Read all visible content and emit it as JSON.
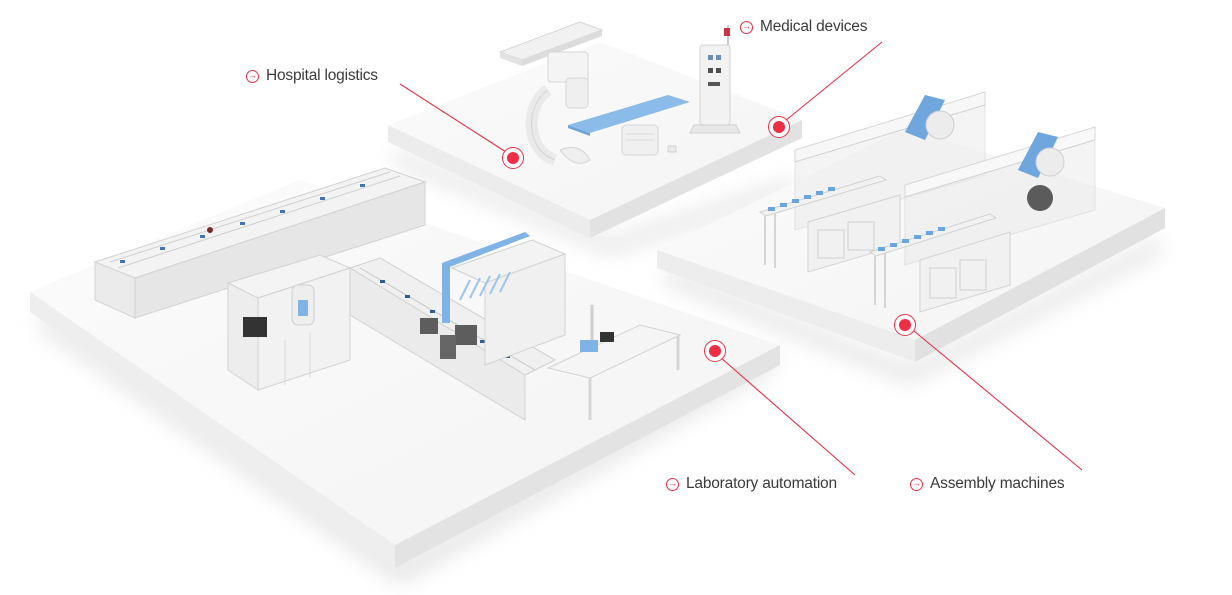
{
  "colors": {
    "accent": "#e63247",
    "hotspot_fill": "#ee2e45",
    "platform_top": "#f8f8f8",
    "platform_side_left": "#ececec",
    "platform_side_right": "#e2e2e2",
    "equipment_blue": "#7fb2e5",
    "equipment_white": "#f3f3f3",
    "equipment_dark": "#555555"
  },
  "hotspots": [
    {
      "id": "hospital-logistics",
      "label": "Hospital logistics",
      "icon": "arrow-right-circle-icon"
    },
    {
      "id": "medical-devices",
      "label": "Medical devices",
      "icon": "arrow-right-circle-icon"
    },
    {
      "id": "laboratory-automation",
      "label": "Laboratory automation",
      "icon": "arrow-right-circle-icon"
    },
    {
      "id": "assembly-machines",
      "label": "Assembly machines",
      "icon": "arrow-right-circle-icon"
    }
  ]
}
